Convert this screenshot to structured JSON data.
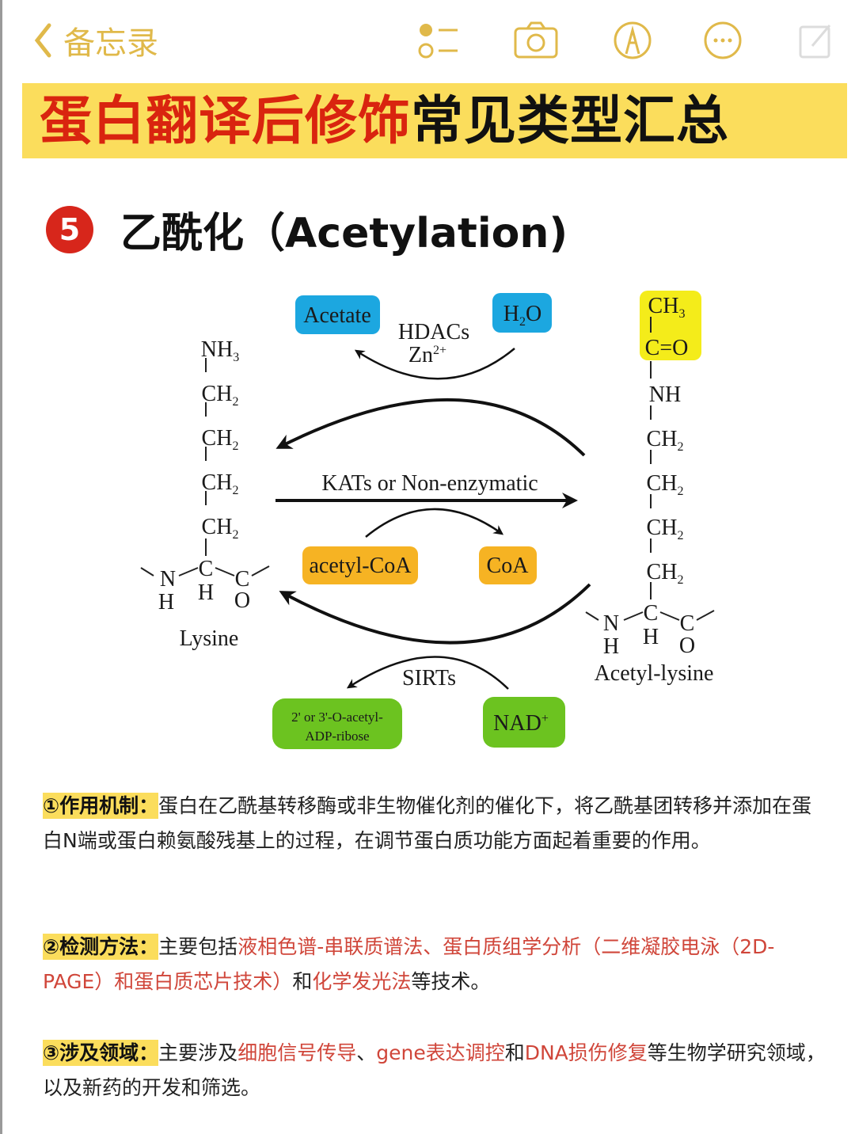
{
  "toolbar": {
    "back_label": "备忘录",
    "icons": [
      "checklist-icon",
      "camera-icon",
      "markup-pen-icon",
      "more-icon",
      "compose-icon"
    ],
    "accent": "#e0b94a"
  },
  "title": {
    "red_part": "蛋白翻译后修饰",
    "black_part": "常见类型汇总",
    "band_color": "#fbdd5c"
  },
  "section": {
    "number": "5",
    "heading": "乙酰化（Acetylation)"
  },
  "diagram": {
    "acetate": "Acetate",
    "h2o": {
      "main": "H",
      "sub": "2",
      "rest": "O"
    },
    "hdacs": "HDACs",
    "zn": {
      "main": "Zn",
      "sup": "2+"
    },
    "kats": "KATs or Non-enzymatic",
    "acetyl_coa": "acetyl-CoA",
    "coa": "CoA",
    "sirts": "SIRTs",
    "adp_ribose": [
      "2' or 3'-O-acetyl-",
      "ADP-ribose"
    ],
    "nad": {
      "main": "NAD",
      "sup": "+"
    },
    "lysine": {
      "label": "Lysine",
      "chain": [
        {
          "main": "NH",
          "sub": "3"
        },
        {
          "main": "CH",
          "sub": "2"
        },
        {
          "main": "CH",
          "sub": "2"
        },
        {
          "main": "CH",
          "sub": "2"
        },
        {
          "main": "CH",
          "sub": "2"
        }
      ],
      "backbone": {
        "n": "N",
        "c1": "C",
        "c2": "C",
        "h_n": "H",
        "h_c": "H",
        "o": "O"
      }
    },
    "acetyl_lysine": {
      "label": "Acetyl-lysine",
      "acetyl": [
        {
          "main": "CH",
          "sub": "3"
        },
        {
          "main": "C=O",
          "sub": ""
        }
      ],
      "chain": [
        {
          "main": "NH",
          "sub": ""
        },
        {
          "main": "CH",
          "sub": "2"
        },
        {
          "main": "CH",
          "sub": "2"
        },
        {
          "main": "CH",
          "sub": "2"
        },
        {
          "main": "CH",
          "sub": "2"
        }
      ],
      "backbone": {
        "n": "N",
        "c1": "C",
        "c2": "C",
        "h_n": "H",
        "h_c": "H",
        "o": "O"
      }
    },
    "colors": {
      "blue": "#1ca7e0",
      "orange": "#f6b323",
      "green": "#6cc320",
      "yellow": "#f4ec1a"
    }
  },
  "paragraphs": [
    {
      "label": "①作用机制：",
      "segments": [
        {
          "text": "蛋白在乙酰基转移酶或非生物催化剂的催化下，将乙酰基团转移并添加在蛋白N端或蛋白赖氨酸残基上的过程，在调节蛋白质功能方面起着重要的作用。",
          "red": false
        }
      ]
    },
    {
      "label": "②检测方法：",
      "segments": [
        {
          "text": "主要包括",
          "red": false
        },
        {
          "text": "液相色谱-串联质谱法、蛋白质组学分析（二维凝胶电泳（2D-PAGE）和蛋白质芯片技术）",
          "red": true
        },
        {
          "text": "和",
          "red": false
        },
        {
          "text": "化学发光法",
          "red": true
        },
        {
          "text": "等技术。",
          "red": false
        }
      ]
    },
    {
      "label": "③涉及领域：",
      "segments": [
        {
          "text": "主要涉及",
          "red": false
        },
        {
          "text": "细胞信号传导",
          "red": true
        },
        {
          "text": "、",
          "red": false
        },
        {
          "text": "gene表达调控",
          "red": true
        },
        {
          "text": "和",
          "red": false
        },
        {
          "text": "DNA损伤修复",
          "red": true
        },
        {
          "text": "等生物学研究领域，以及新药的开发和筛选。",
          "red": false
        }
      ]
    }
  ]
}
